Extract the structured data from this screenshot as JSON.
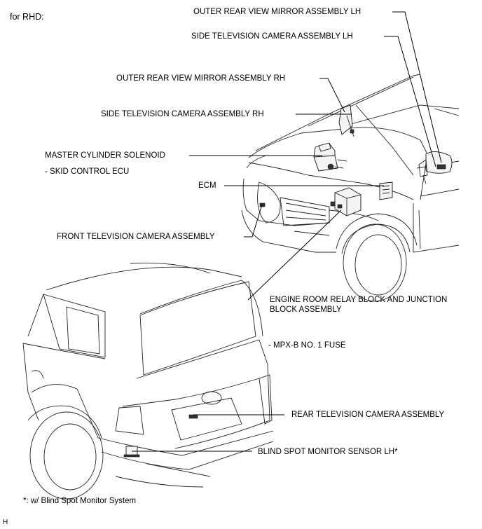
{
  "header": {
    "variant": "for RHD:"
  },
  "labels": {
    "mirror_lh": "OUTER REAR VIEW MIRROR ASSEMBLY LH",
    "camera_lh": "SIDE TELEVISION CAMERA ASSEMBLY LH",
    "mirror_rh": "OUTER REAR VIEW MIRROR ASSEMBLY RH",
    "camera_rh": "SIDE TELEVISION CAMERA ASSEMBLY RH",
    "master_cylinder": "MASTER CYLINDER SOLENOID",
    "skid_ecu": "- SKID CONTROL ECU",
    "ecm": "ECM",
    "front_camera": "FRONT TELEVISION CAMERA ASSEMBLY",
    "relay_block": "ENGINE ROOM RELAY BLOCK AND JUNCTION BLOCK ASSEMBLY",
    "mpx_fuse": "- MPX-B NO. 1 FUSE",
    "rear_camera": "REAR TELEVISION CAMERA ASSEMBLY",
    "blind_spot": "BLIND SPOT MONITOR SENSOR LH*"
  },
  "footnote": "*: w/ Blind Spot Monitor System",
  "figure_code": "H"
}
